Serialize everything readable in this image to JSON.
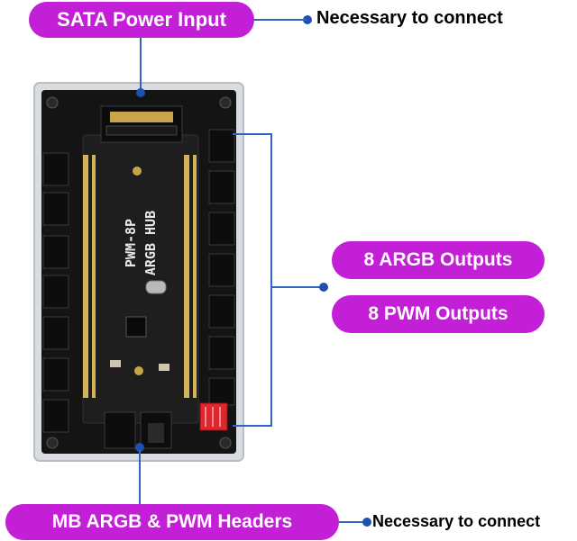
{
  "callouts": {
    "sata_power_input": "SATA Power Input",
    "sata_note": "Necessary to connect",
    "argb_outputs": "8 ARGB Outputs",
    "pwm_outputs": "8 PWM Outputs",
    "mb_headers": "MB ARGB & PWM Headers",
    "mb_note": "Necessary to connect"
  },
  "board": {
    "silkscreen_line1": "PWM-8P",
    "silkscreen_line2": "ARGB HUB"
  },
  "colors": {
    "pill_background": "#c21fd6",
    "pill_text": "#ffffff",
    "leader_line": "#2f63c4",
    "board": "#141414",
    "connector_header": "#e0262c"
  }
}
